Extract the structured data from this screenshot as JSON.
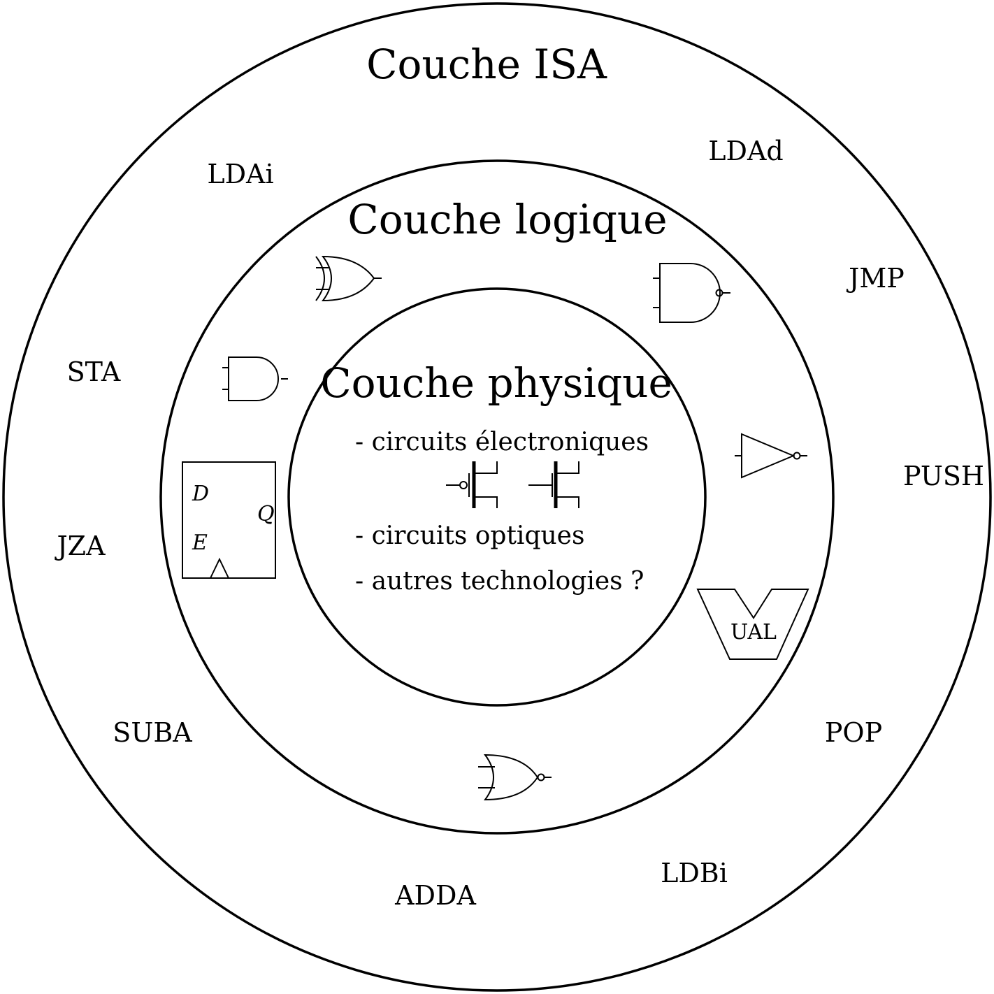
{
  "colors": {
    "stroke": "#000000",
    "background": "#ffffff"
  },
  "layers": {
    "isa": {
      "title": "Couche ISA",
      "instructions": [
        "LDAi",
        "LDAd",
        "JMP",
        "STA",
        "PUSH",
        "JZA",
        "SUBA",
        "POP",
        "LDBi",
        "ADDA"
      ]
    },
    "logic": {
      "title": "Couche logique",
      "components": [
        "xor-gate",
        "nand-gate",
        "and-gate",
        "not-gate",
        "d-latch",
        "alu",
        "nor-gate"
      ],
      "latch": {
        "input_d": "D",
        "input_e": "E",
        "output_q": "Q"
      },
      "alu_label": "UAL"
    },
    "physical": {
      "title": "Couche physique",
      "items": [
        "- circuits électroniques",
        "- circuits optiques",
        "- autres technologies ?"
      ],
      "transistors": [
        "pmos-transistor",
        "nmos-transistor"
      ]
    }
  }
}
